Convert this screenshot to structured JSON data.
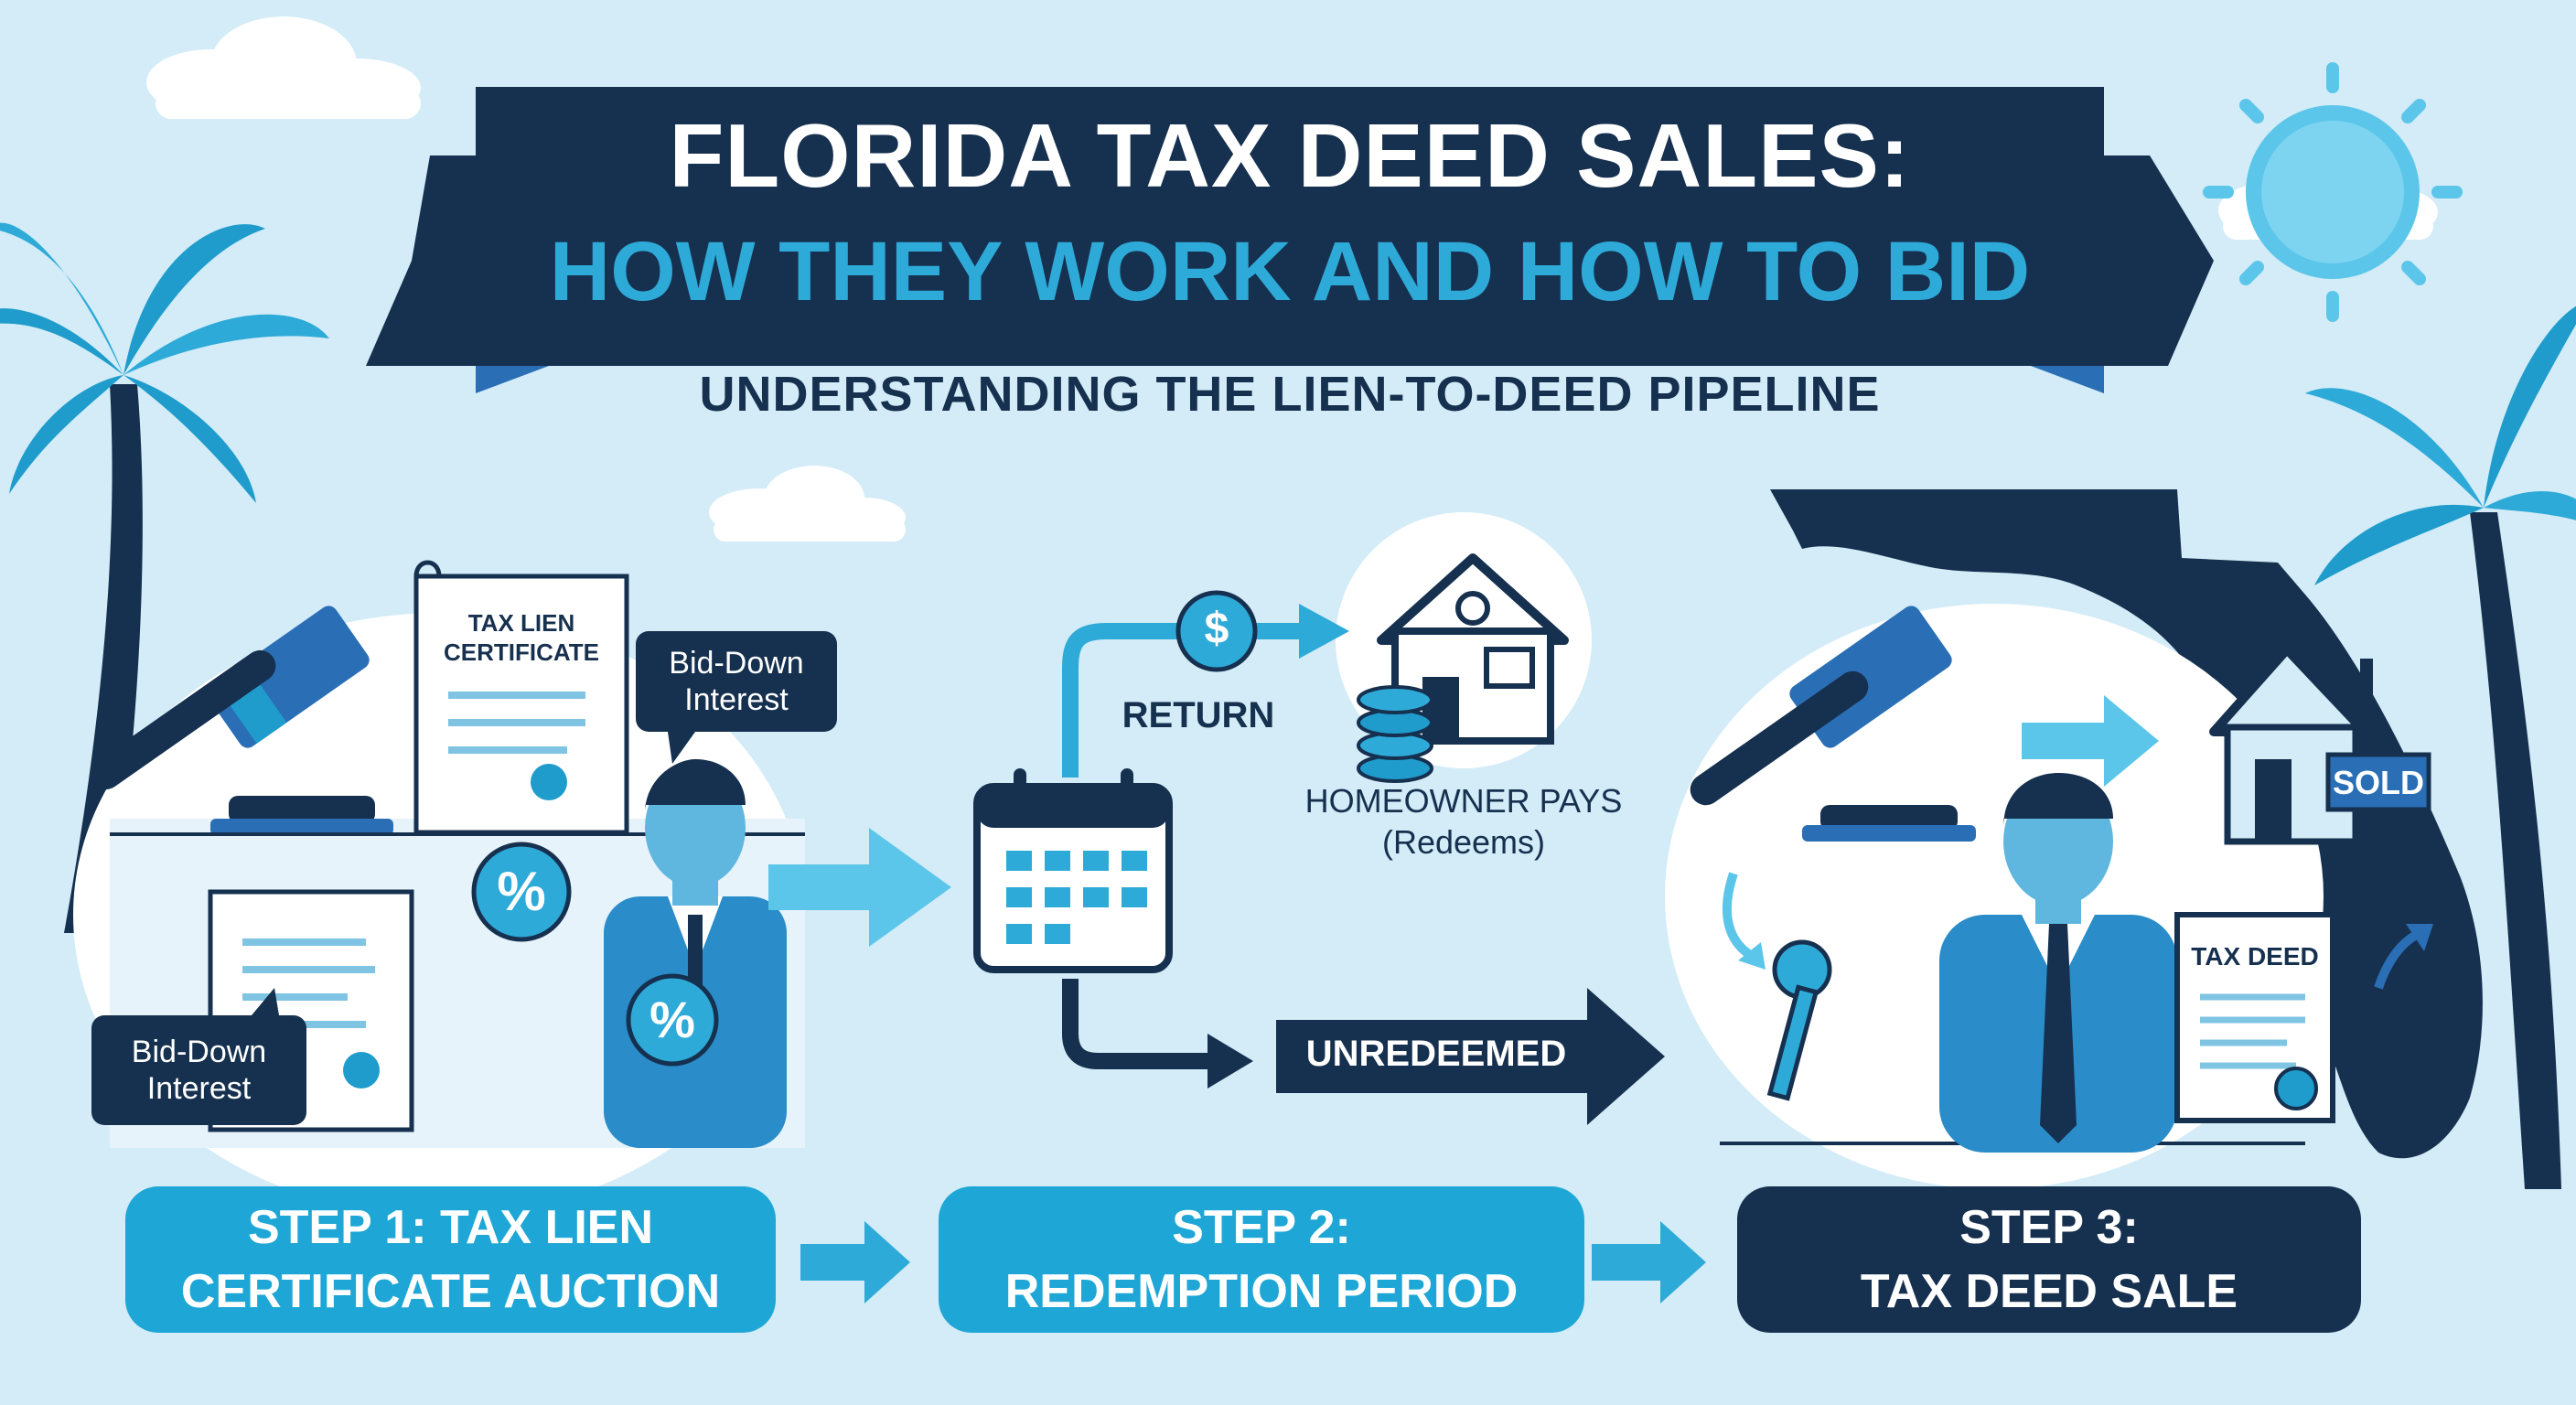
{
  "title": {
    "line1": "FLORIDA TAX DEED SALES:",
    "line2": "HOW THEY WORK AND HOW TO BID"
  },
  "subtitle": "UNDERSTANDING THE LIEN-TO-DEED PIPELINE",
  "step1": {
    "doc_title_1": "TAX LIEN",
    "doc_title_2": "CERTIFICATE",
    "bubble_top_1": "Bid-Down",
    "bubble_top_2": "Interest",
    "bubble_bottom_1": "Bid-Down",
    "bubble_bottom_2": "Interest",
    "percent_symbol": "%",
    "label_line1": "STEP 1: TAX LIEN",
    "label_line2": "CERTIFICATE AUCTION"
  },
  "step2": {
    "return_label": "RETURN",
    "dollar_symbol": "$",
    "homeowner_label": "HOMEOWNER PAYS",
    "redeems_label": "(Redeems)",
    "unredeemed_label": "UNREDEEMED",
    "label_line1": "STEP 2:",
    "label_line2": "REDEMPTION PERIOD"
  },
  "step3": {
    "sold_label": "SOLD",
    "deed_title": "TAX DEED",
    "label_line1": "STEP 3:",
    "label_line2": "TAX DEED SALE"
  },
  "colors": {
    "background": "#d3ecf7",
    "navy": "#16304f",
    "accent_blue": "#2eaad8",
    "step_teal": "#1ea7d6"
  }
}
